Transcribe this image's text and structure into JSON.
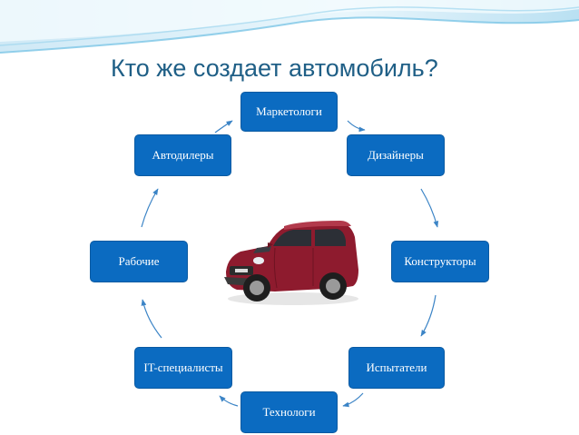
{
  "slide": {
    "title": "Кто же создает автомобиль?"
  },
  "diagram": {
    "type": "cycle",
    "nodes": [
      {
        "id": "marketers",
        "label": "Маркетологи"
      },
      {
        "id": "designers",
        "label": "Дизайнеры"
      },
      {
        "id": "constructors",
        "label": "Конструкторы"
      },
      {
        "id": "testers",
        "label": "Испытатели"
      },
      {
        "id": "technologists",
        "label": "Технологи"
      },
      {
        "id": "it",
        "label": "IT-специалисты"
      },
      {
        "id": "workers",
        "label": "Рабочие"
      },
      {
        "id": "dealers",
        "label": "Автодилеры"
      }
    ],
    "edges": [
      [
        "marketers",
        "designers"
      ],
      [
        "designers",
        "constructors"
      ],
      [
        "constructors",
        "testers"
      ],
      [
        "testers",
        "technologists"
      ],
      [
        "technologists",
        "it"
      ],
      [
        "it",
        "workers"
      ],
      [
        "workers",
        "dealers"
      ],
      [
        "dealers",
        "marketers"
      ]
    ],
    "node_color": "#0b6bc1",
    "arrow_color": "#3b84c6",
    "center_image": "red-suv-car"
  },
  "colors": {
    "title": "#1f5f86",
    "banner_light": "#d8eef8",
    "banner_mid": "#a8d7ee"
  }
}
